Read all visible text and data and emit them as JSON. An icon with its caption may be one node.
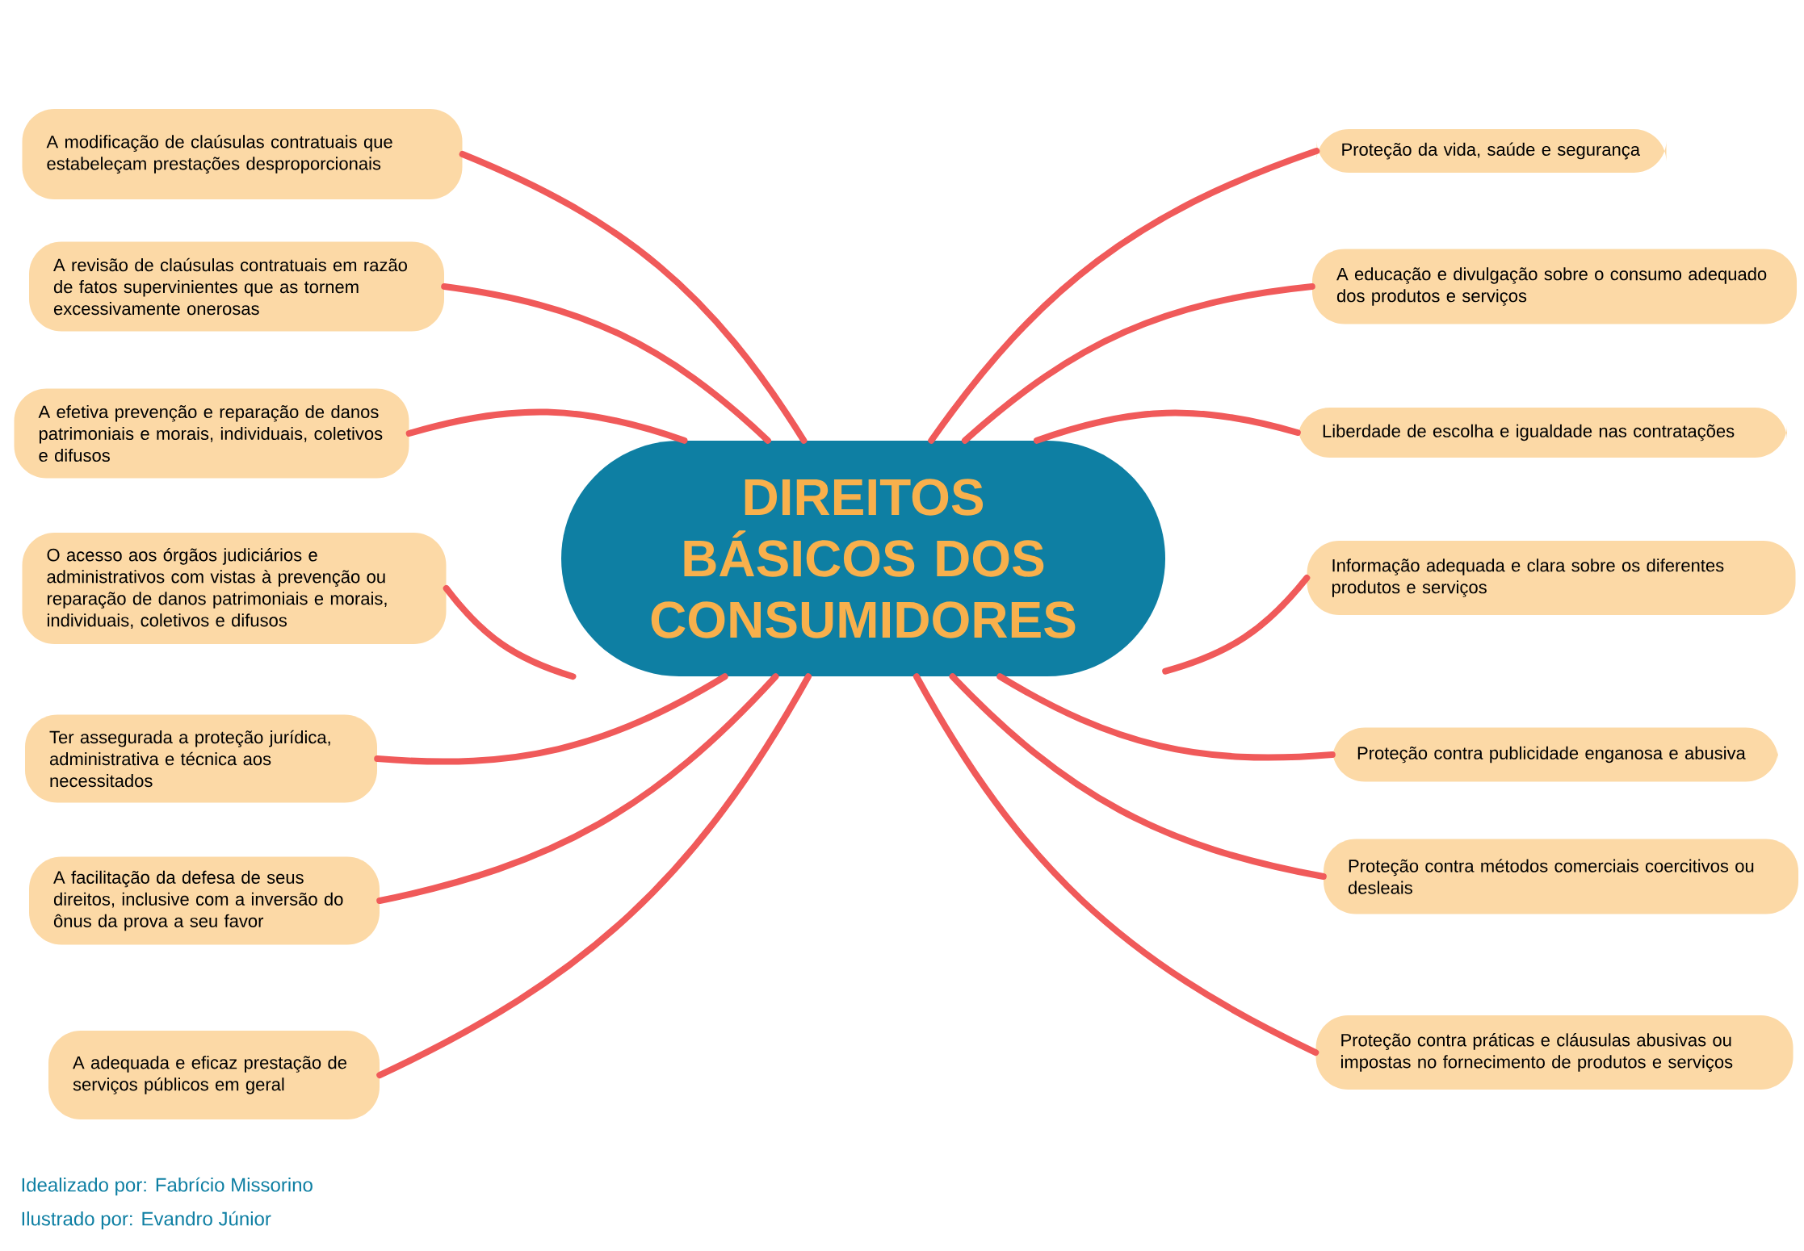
{
  "diagram": {
    "nodes": [
      {
        "text": [
          "DIREITOS BÁSICOS DOS CONSUMIDORES"
        ]
      },
      {
        "text": [
          "A modificação de claúsulas contratuais que estabeleçam prestações desproporcionais"
        ]
      },
      {
        "text": [
          "A revisão de claúsulas contratuais em razão de fatos supervinientes que as tornem excessivamente onerosas"
        ]
      },
      {
        "text": [
          "A efetiva prevenção e reparação de danos patrimoniais e morais, individuais, coletivos e difusos"
        ]
      },
      {
        "text": [
          "O acesso aos órgãos judiciários e administrativos com vistas à prevenção ou reparação de danos patrimoniais e morais, individuais, coletivos e difusos"
        ]
      },
      {
        "text": [
          "Ter assegurada a proteção jurídica, administrativa e técnica aos necessitados"
        ]
      },
      {
        "text": [
          "A facilitação da defesa de seus direitos, inclusive com a inversão do ônus da prova a seu favor"
        ]
      },
      {
        "text": [
          "A adequada e eficaz prestação de serviços públicos em geral"
        ]
      },
      {
        "text": [
          "Proteção da vida, saúde e segurança"
        ]
      },
      {
        "text": [
          "A educação e divulgação sobre o consumo adequado dos produtos e serviços"
        ]
      },
      {
        "text": [
          "Liberdade de escolha e igualdade nas contratações"
        ]
      },
      {
        "text": [
          "Informação adequada e clara sobre os diferentes produtos e serviços"
        ]
      },
      {
        "text": [
          "Proteção contra publicidade enganosa e abusiva"
        ]
      },
      {
        "text": [
          "Proteção contra métodos comerciais coercitivos ou desleais"
        ]
      },
      {
        "text": [
          "Proteção contra práticas e cláusulas abusivas ou impostas no fornecimento de produtos e serviços"
        ]
      }
    ],
    "edges": [
      {
        "from": 0,
        "to": 1,
        "arrow": "none"
      },
      {
        "from": 0,
        "to": 2,
        "arrow": "none"
      },
      {
        "from": 0,
        "to": 3,
        "arrow": "none"
      },
      {
        "from": 0,
        "to": 4,
        "arrow": "none"
      },
      {
        "from": 0,
        "to": 5,
        "arrow": "none"
      },
      {
        "from": 0,
        "to": 6,
        "arrow": "none"
      },
      {
        "from": 0,
        "to": 7,
        "arrow": "none"
      },
      {
        "from": 0,
        "to": 8,
        "arrow": "none"
      },
      {
        "from": 0,
        "to": 9,
        "arrow": "none"
      },
      {
        "from": 0,
        "to": 10,
        "arrow": "none"
      },
      {
        "from": 0,
        "to": 11,
        "arrow": "none"
      },
      {
        "from": 0,
        "to": 12,
        "arrow": "none"
      },
      {
        "from": 0,
        "to": 13,
        "arrow": "none"
      },
      {
        "from": 0,
        "to": 14,
        "arrow": "none"
      }
    ],
    "labels": [
      "Idealizado por: Fabrício Missorino",
      "Ilustrado por: Evandro Júnior"
    ]
  }
}
